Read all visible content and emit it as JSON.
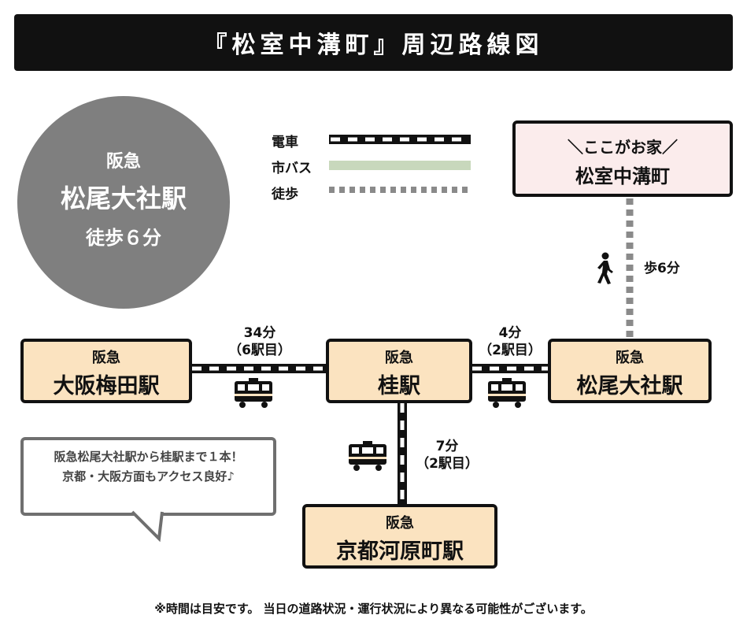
{
  "title": "『松室中溝町』周辺路線図",
  "nearest": {
    "operator": "阪急",
    "station": "松尾大社駅",
    "time": "徒歩６分"
  },
  "legend": {
    "train": "電車",
    "bus": "市バス",
    "walk": "徒歩"
  },
  "home": {
    "line1": "＼ここがお家／",
    "line2": "松室中溝町"
  },
  "walk_time": "歩6分",
  "stations": {
    "umeda": {
      "operator": "阪急",
      "name": "大阪梅田駅"
    },
    "katsura": {
      "operator": "阪急",
      "name": "桂駅"
    },
    "matsuo": {
      "operator": "阪急",
      "name": "松尾大社駅"
    },
    "kawaramachi": {
      "operator": "阪急",
      "name": "京都河原町駅"
    }
  },
  "routes": {
    "umeda_katsura": {
      "time": "34分",
      "stops": "（6駅目）"
    },
    "katsura_matsuo": {
      "time": "4分",
      "stops": "（2駅目）"
    },
    "katsura_kawaramachi": {
      "time": "7分",
      "stops": "（2駅目）"
    }
  },
  "note": {
    "line1": "阪急松尾大社駅から桂駅まで１本！",
    "line2": "京都・大阪方面もアクセス良好♪"
  },
  "footer": "※時間は目安です。 当日の道路状況・運行状況により異なる可能性がございます。",
  "colors": {
    "station_fill": "#fbe3c0",
    "home_fill": "#fbecec",
    "bus_line": "#c8d8bc",
    "walk_line": "#8a8a8a",
    "circle": "#7f7f7f"
  }
}
